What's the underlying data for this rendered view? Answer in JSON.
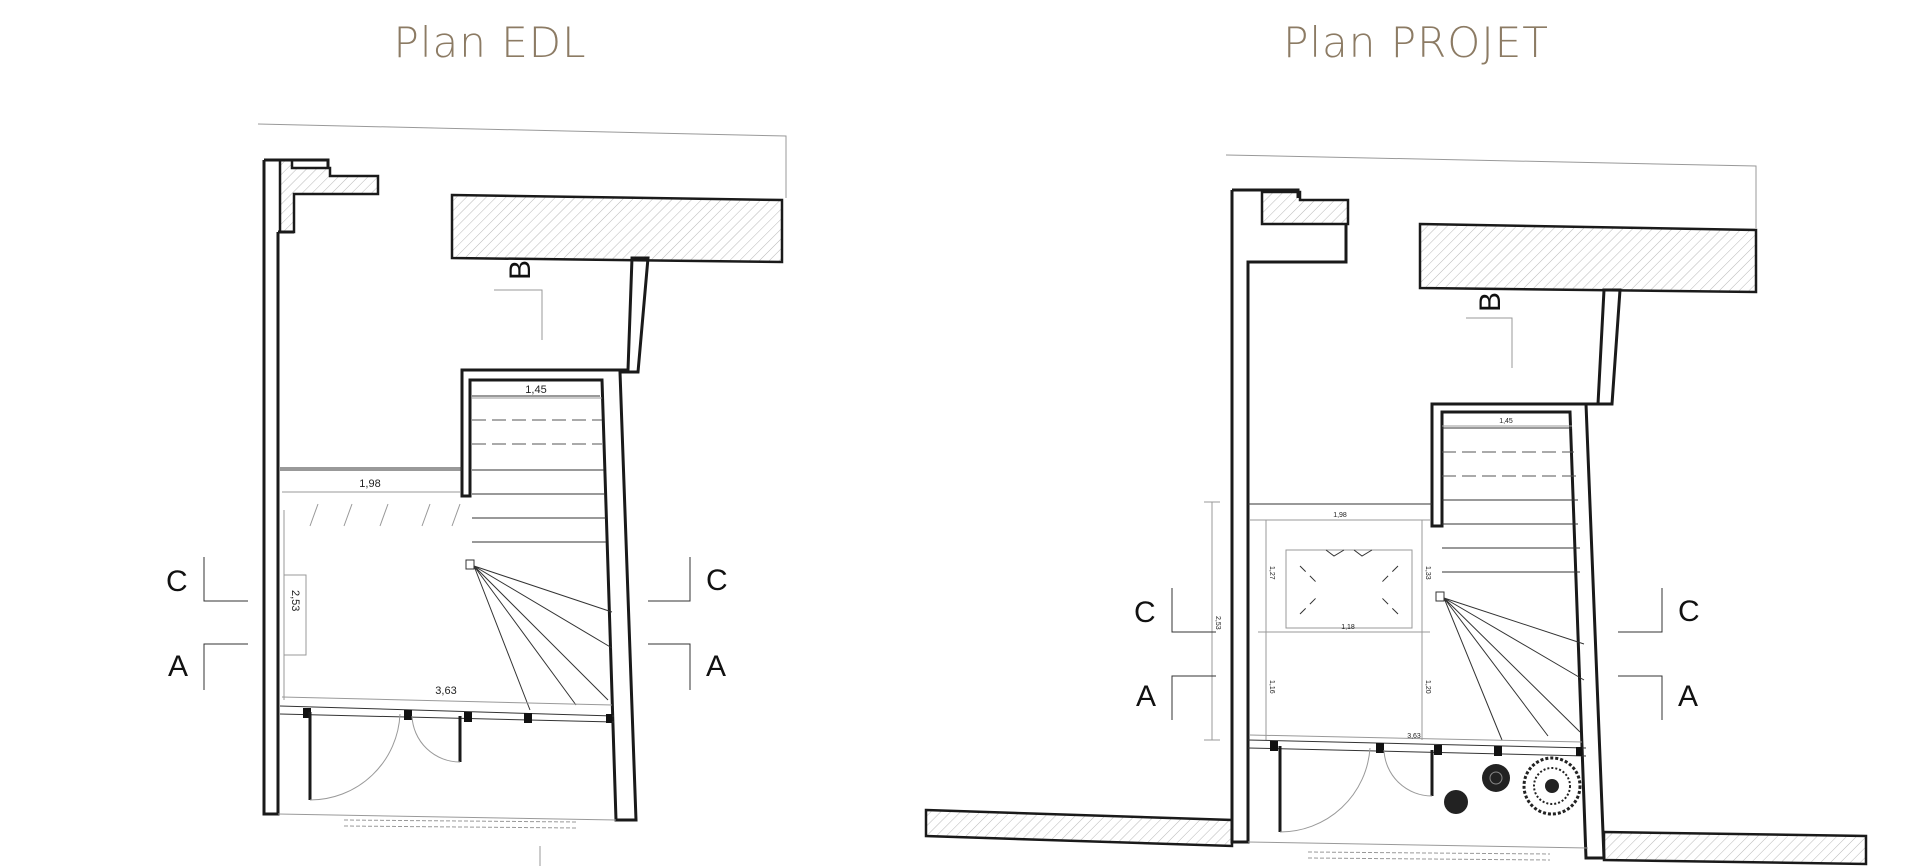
{
  "titles": {
    "left": "Plan EDL",
    "right": "Plan PROJET",
    "color": "#8c7b64"
  },
  "section_markers": {
    "a": "A",
    "b": "B",
    "c": "C"
  },
  "plan_edl": {
    "dimensions": {
      "stair_width": "1,45",
      "room_width": "1,98",
      "room_depth": "2,53",
      "facade_width": "3,63"
    }
  },
  "plan_projet": {
    "dimensions": {
      "stair_width": "1,45",
      "room_width": "1,98",
      "room_depth": "2,53",
      "facade_width": "3,63",
      "opening_width": "1,18",
      "opening_depth_left": "1,27",
      "opening_depth_right": "1,33",
      "lower_left": "1,16",
      "lower_right": "1,20"
    }
  }
}
